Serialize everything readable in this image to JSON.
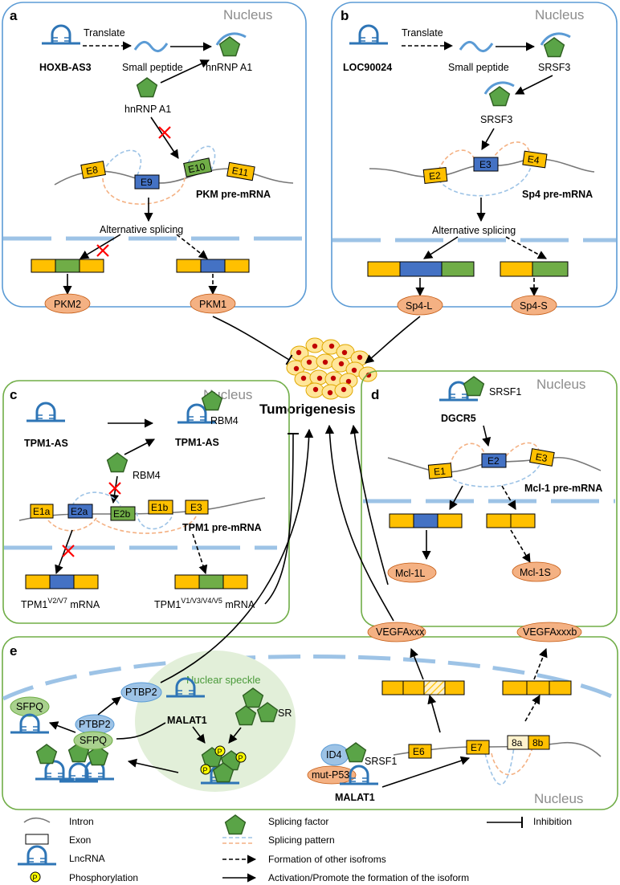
{
  "nucleus_label": "Nucleus",
  "tumor_label": "Tumorigenesis",
  "panels": {
    "a": {
      "letter": "a",
      "lncrna": "HOXB-AS3",
      "translate": "Translate",
      "peptide": "Small peptide",
      "complex": "hnRNP A1",
      "factor": "hnRNP A1",
      "exons": [
        "E8",
        "E9",
        "E10",
        "E11"
      ],
      "premrna": "PKM pre-mRNA",
      "splicing": "Alternative splicing",
      "products": [
        "PKM2",
        "PKM1"
      ]
    },
    "b": {
      "letter": "b",
      "lncrna": "LOC90024",
      "translate": "Translate",
      "peptide": "Small peptide",
      "complex": "SRSF3",
      "factor": "SRSF3",
      "exons": [
        "E2",
        "E3",
        "E4"
      ],
      "premrna": "Sp4 pre-mRNA",
      "splicing": "Alternative splicing",
      "products": [
        "Sp4-L",
        "Sp4-S"
      ]
    },
    "c": {
      "letter": "c",
      "lncrna": "TPM1-AS",
      "complex_lnc": "TPM1-AS",
      "complex_factor": "RBM4",
      "factor": "RBM4",
      "exons": [
        "E1a",
        "E2a",
        "E2b",
        "E1b",
        "E3"
      ],
      "premrna": "TPM1 pre-mRNA",
      "mrna_left_base": "TPM1",
      "mrna_left_sup": "V2/V7",
      "mrna_left_suffix": " mRNA",
      "mrna_right_base": "TPM1",
      "mrna_right_sup": "V1/V3/V4/V5",
      "mrna_right_suffix": " mRNA"
    },
    "d": {
      "letter": "d",
      "lncrna": "DGCR5",
      "factor": "SRSF1",
      "exons": [
        "E1",
        "E2",
        "E3"
      ],
      "premrna": "Mcl-1 pre-mRNA",
      "products": [
        "Mcl-1L",
        "Mcl-1S"
      ]
    },
    "e": {
      "letter": "e",
      "speckle_label": "Nuclear speckle",
      "malat1": "MALAT1",
      "sr": "SR",
      "ptbp2": "PTBP2",
      "ptbp2_complex": "PTBP2",
      "sfpq_complex": "SFPQ",
      "sfpq_free": "SFPQ",
      "phospho": "P",
      "id4": "ID4",
      "mutp53": "mut-P53",
      "srsf1": "SRSF1",
      "malat1_bottom": "MALAT1",
      "exons": [
        "E6",
        "E7",
        "8a",
        "8b"
      ],
      "products": [
        "VEGFAxxx",
        "VEGFAxxxb"
      ]
    }
  },
  "legend": {
    "intron": "Intron",
    "exon": "Exon",
    "lncrna": "LncRNA",
    "phosphorylation": "Phosphorylation",
    "splicing_factor": "Splicing factor",
    "splicing_pattern": "Splicing pattern",
    "other_isoforms": "Formation of other isofroms",
    "activation": "Activation/Promote the formation of the isoform",
    "inhibition": "Inhibition"
  },
  "colors": {
    "panel_blue": "#5b9bd5",
    "panel_green": "#70ad47",
    "exon_yellow": "#ffc000",
    "exon_blue": "#4472c4",
    "exon_green": "#70ad47",
    "protein_salmon": "#f4b183",
    "lnc_blue": "#2e75b6",
    "pentagon_green": "#5aa447",
    "speckle_fill": "#e2efd9",
    "tumor_yellow": "#ffe699",
    "tumor_red": "#c00000",
    "inhibit_red": "#ff0000"
  }
}
